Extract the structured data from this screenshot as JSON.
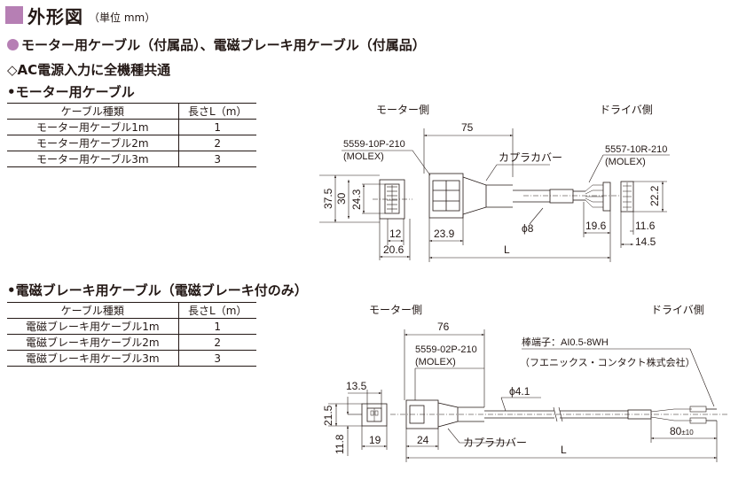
{
  "header": {
    "title": "外形図",
    "unit": "（単位 mm）"
  },
  "subheading": "モーター用ケーブル（付属品）、電磁ブレーキ用ケーブル（付属品）",
  "common_note": "◇AC電源入力に全機種共通",
  "motor_section": {
    "heading": "•モーター用ケーブル",
    "columns": [
      "ケーブル種類",
      "長さL（m）"
    ],
    "rows": [
      [
        "モーター用ケーブル1m",
        "1"
      ],
      [
        "モーター用ケーブル2m",
        "2"
      ],
      [
        "モーター用ケーブル3m",
        "3"
      ]
    ]
  },
  "brake_section": {
    "heading": "•電磁ブレーキ用ケーブル（電磁ブレーキ付のみ）",
    "columns": [
      "ケーブル種類",
      "長さL（m）"
    ],
    "rows": [
      [
        "電磁ブレーキ用ケーブル1m",
        "1"
      ],
      [
        "電磁ブレーキ用ケーブル2m",
        "2"
      ],
      [
        "電磁ブレーキ用ケーブル3m",
        "3"
      ]
    ]
  },
  "drawing1": {
    "motor_side": "モーター側",
    "driver_side": "ドライバ側",
    "connector_left_part": "5559-10P-210",
    "connector_left_maker": "(MOLEX)",
    "connector_right_part": "5557-10R-210",
    "connector_right_maker": "(MOLEX)",
    "cover_label": "カプラカバー",
    "dims": {
      "d75": "75",
      "d37_5": "37.5",
      "d30": "30",
      "d24_3": "24.3",
      "d12": "12",
      "d20_6": "20.6",
      "d23_9": "23.9",
      "phi8": "ϕ8",
      "d19_6": "19.6",
      "d22_2": "22.2",
      "d11_6": "11.6",
      "d14_5": "14.5",
      "L": "L"
    }
  },
  "drawing2": {
    "motor_side": "モーター側",
    "driver_side": "ドライバ側",
    "connector_part": "5559-02P-210",
    "connector_maker": "(MOLEX)",
    "terminal_label": "棒端子：AI0.5-8WH",
    "terminal_maker": "（フエニックス・コンタクト株式会社）",
    "cover_label": "カプラカバー",
    "dims": {
      "d76": "76",
      "d13_5": "13.5",
      "d21_5": "21.5",
      "d11_8": "11.8",
      "d19": "19",
      "d24": "24",
      "phi4_1": "ϕ4.1",
      "d80": "80",
      "tol80": "±10",
      "L": "L"
    }
  }
}
